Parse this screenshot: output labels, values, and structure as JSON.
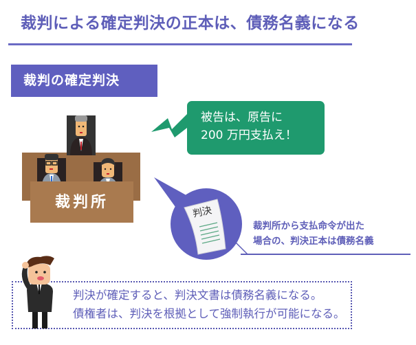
{
  "header": {
    "title": "裁判による確定判決の正本は、債務名義になる"
  },
  "section": {
    "label": "裁判の確定判決"
  },
  "court": {
    "bench_label": "裁判所",
    "figures": [
      "senior-judge",
      "judge-glasses",
      "judge-female"
    ]
  },
  "judgment_speech": {
    "line1": "被告は、原告に",
    "line2": "200 万円支払え！"
  },
  "document": {
    "label": "判決"
  },
  "note": {
    "line1": "裁判所から支払命令が出た",
    "line2": "場合の、判決正本は債務名義"
  },
  "summary": {
    "line1": "判決が確定すると、判決文書は債務名義になる。",
    "line2": "債権者は、判決を根拠として強制執行が可能になる。"
  },
  "colors": {
    "accent": "#5f5fbf",
    "green": "#1f9a6e",
    "bench": "#a97a4f",
    "bench_dark": "#8a5f3c"
  }
}
